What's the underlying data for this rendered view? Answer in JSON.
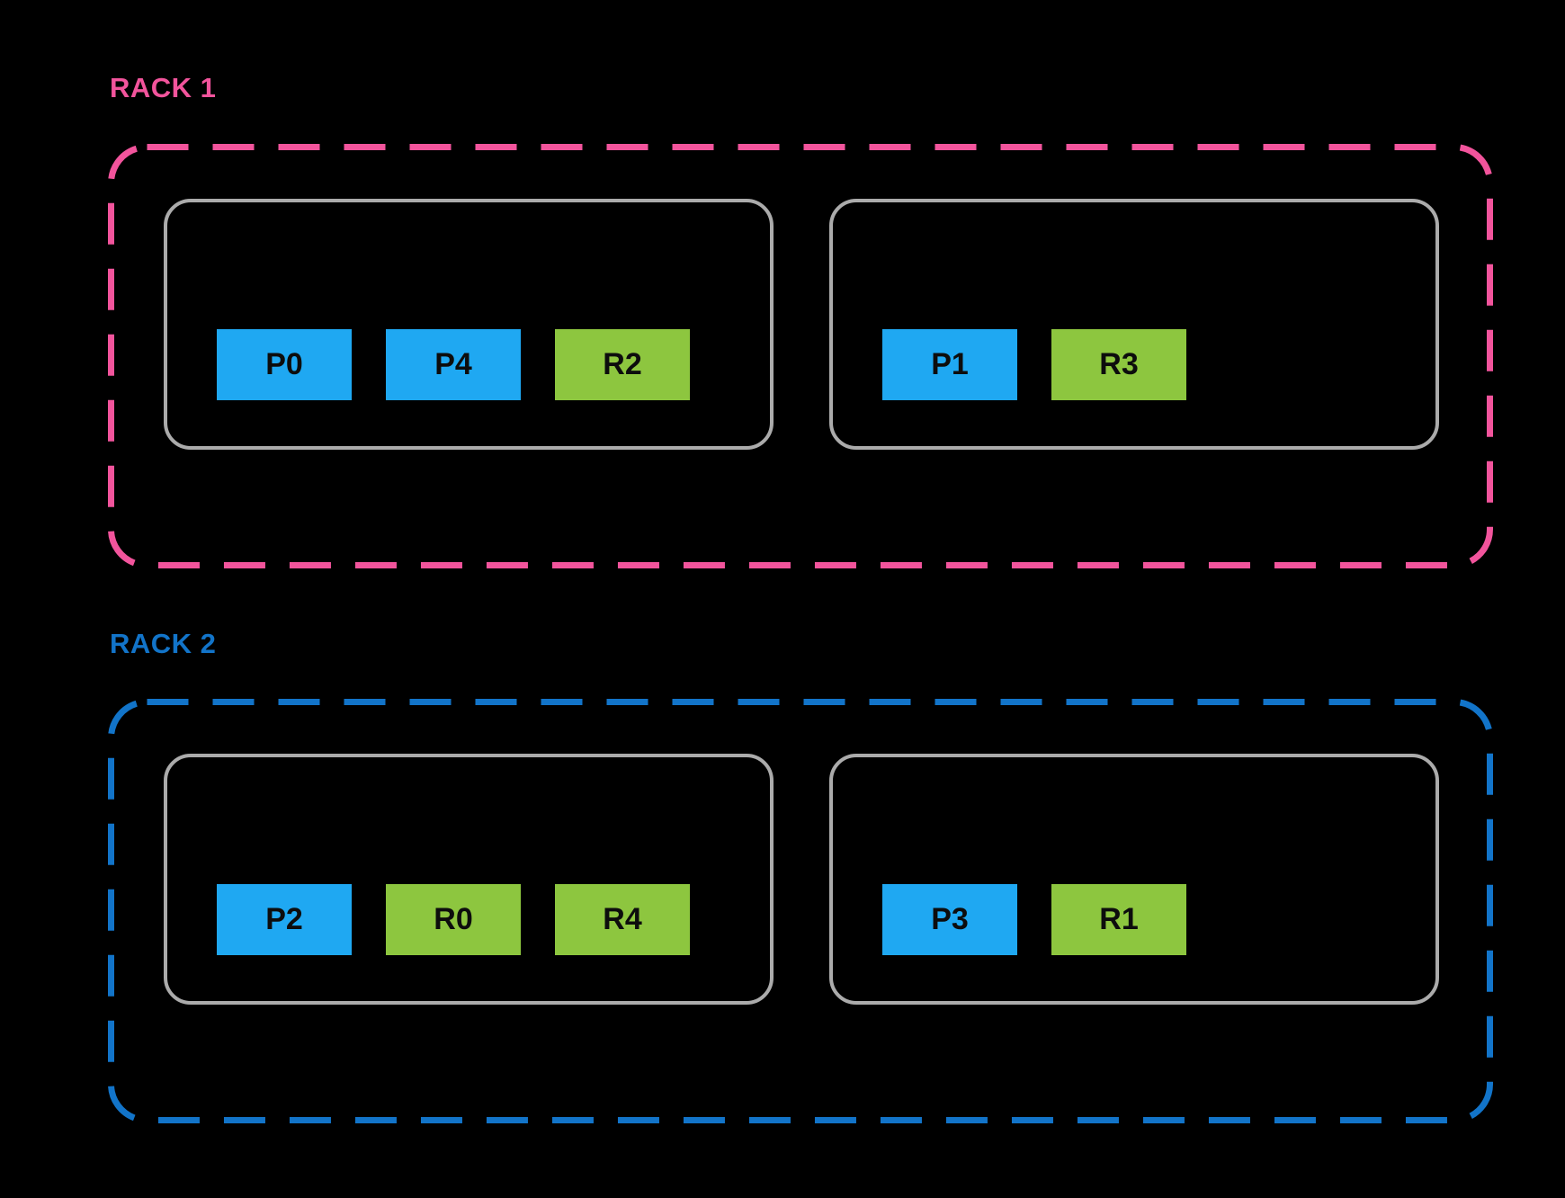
{
  "colors": {
    "background": "#000000",
    "primary": "#1FA8F2",
    "replica": "#8DC63F",
    "node_border": "#ABABAB",
    "box_text": "#0D0D0D"
  },
  "racks": [
    {
      "label": "RACK 1",
      "accent": "#F2549C",
      "nodes": [
        {
          "boxes": [
            {
              "label": "P0",
              "role": "primary"
            },
            {
              "label": "P4",
              "role": "primary"
            },
            {
              "label": "R2",
              "role": "replica"
            }
          ]
        },
        {
          "boxes": [
            {
              "label": "P1",
              "role": "primary"
            },
            {
              "label": "R3",
              "role": "replica"
            }
          ]
        }
      ]
    },
    {
      "label": "RACK 2",
      "accent": "#1274C9",
      "nodes": [
        {
          "boxes": [
            {
              "label": "P2",
              "role": "primary"
            },
            {
              "label": "R0",
              "role": "replica"
            },
            {
              "label": "R4",
              "role": "replica"
            }
          ]
        },
        {
          "boxes": [
            {
              "label": "P3",
              "role": "primary"
            },
            {
              "label": "R1",
              "role": "replica"
            }
          ]
        }
      ]
    }
  ]
}
